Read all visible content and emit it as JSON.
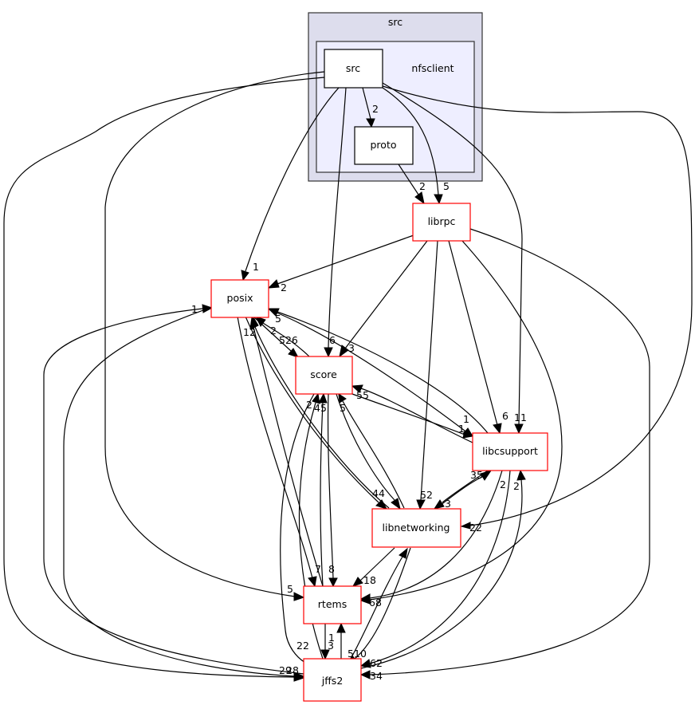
{
  "clusters": {
    "outer": {
      "label": "src",
      "fill": "#dddded",
      "stroke": "#333333"
    },
    "inner": {
      "label": "nfsclient",
      "fill": "#eeeeff",
      "stroke": "#333333"
    }
  },
  "nodes": {
    "src": {
      "label": "src",
      "border": "#000000"
    },
    "proto": {
      "label": "proto",
      "border": "#000000"
    },
    "librpc": {
      "label": "librpc",
      "border": "#ff0000"
    },
    "posix": {
      "label": "posix",
      "border": "#ff0000"
    },
    "score": {
      "label": "score",
      "border": "#ff0000"
    },
    "libcsupport": {
      "label": "libcsupport",
      "border": "#ff0000"
    },
    "libnetworking": {
      "label": "libnetworking",
      "border": "#ff0000"
    },
    "rtems": {
      "label": "rtems",
      "border": "#ff0000"
    },
    "jffs2": {
      "label": "jffs2",
      "border": "#ff0000"
    }
  },
  "edge_labels": {
    "src_proto": "2",
    "proto_librpc": "2",
    "src_librpc": "5",
    "src_posix": "1",
    "src_score": "6",
    "src_libcsupport": "11",
    "src_libnetworking": "22",
    "src_rtems": "5",
    "src_jffs2": "29",
    "librpc_posix": "2",
    "librpc_score": "3",
    "librpc_libcsupport": "6",
    "librpc_libnetworking": "52",
    "librpc_rtems": "68",
    "librpc_jffs2": "34",
    "posix_score": "526",
    "posix_libcsupport": "1",
    "posix_libnetworking": "44",
    "posix_rtems": "7",
    "posix_jffs2": "28",
    "score_posix": "2",
    "score_libcsupport": "1",
    "score_rtems": "8",
    "score_jffs2": "22",
    "libcsupport_posix": "5",
    "libcsupport_score": "55",
    "libcsupport_libnetworking": "3",
    "libcsupport_rtems": "2",
    "libcsupport_jffs2": "62",
    "libnetworking_posix": "12",
    "libnetworking_score": "5",
    "libnetworking_libcsupport": "35",
    "libnetworking_rtems": "18",
    "libnetworking_jffs2": "10",
    "rtems_posix": "1",
    "rtems_score": "45",
    "rtems_jffs2": "3",
    "jffs2_posix": "1",
    "jffs2_score": "2",
    "jffs2_libcsupport": "2",
    "jffs2_rtems": "1",
    "jffs2_libnetworking": "5"
  }
}
